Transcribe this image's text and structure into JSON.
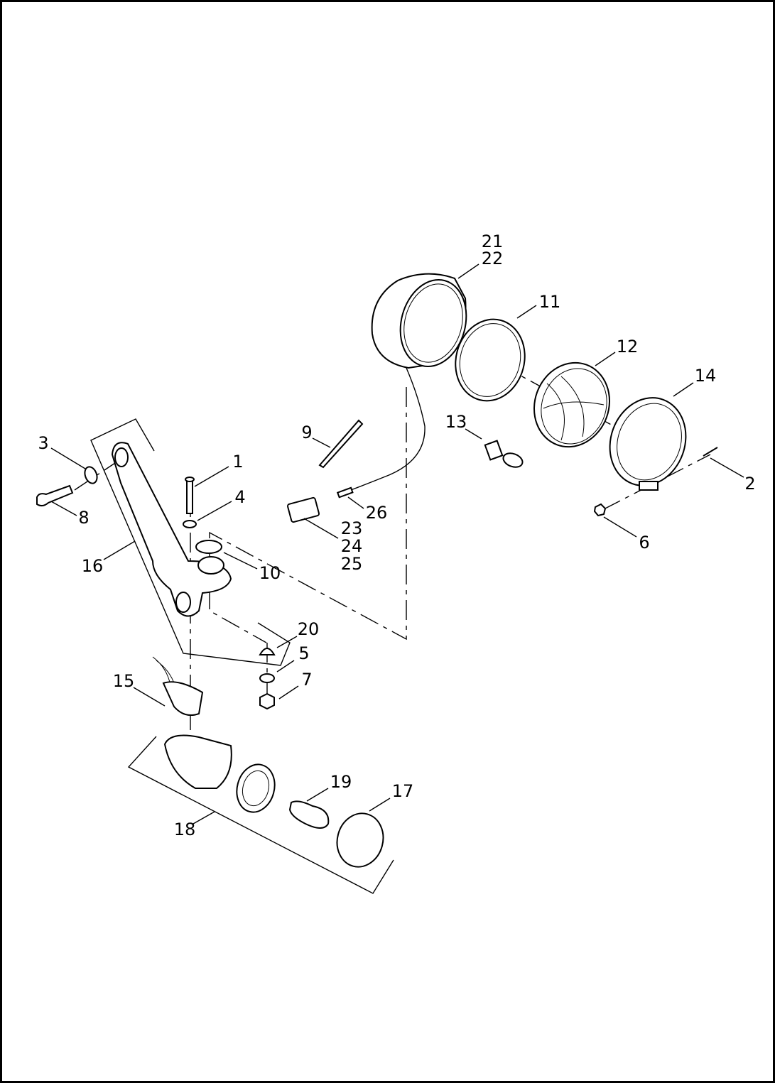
{
  "diagram": {
    "title": "Headlamp and turn signal mount exploded view",
    "callouts": {
      "c1": "1",
      "c2": "2",
      "c3": "3",
      "c4": "4",
      "c5": "5",
      "c6": "6",
      "c7": "7",
      "c8": "8",
      "c9": "9",
      "c10": "10",
      "c11": "11",
      "c12": "12",
      "c13": "13",
      "c14": "14",
      "c15": "15",
      "c16": "16",
      "c17": "17",
      "c18": "18",
      "c19": "19",
      "c20": "20",
      "c21": "21",
      "c22": "22",
      "c23": "23",
      "c24": "24",
      "c25": "25",
      "c26": "26"
    }
  }
}
